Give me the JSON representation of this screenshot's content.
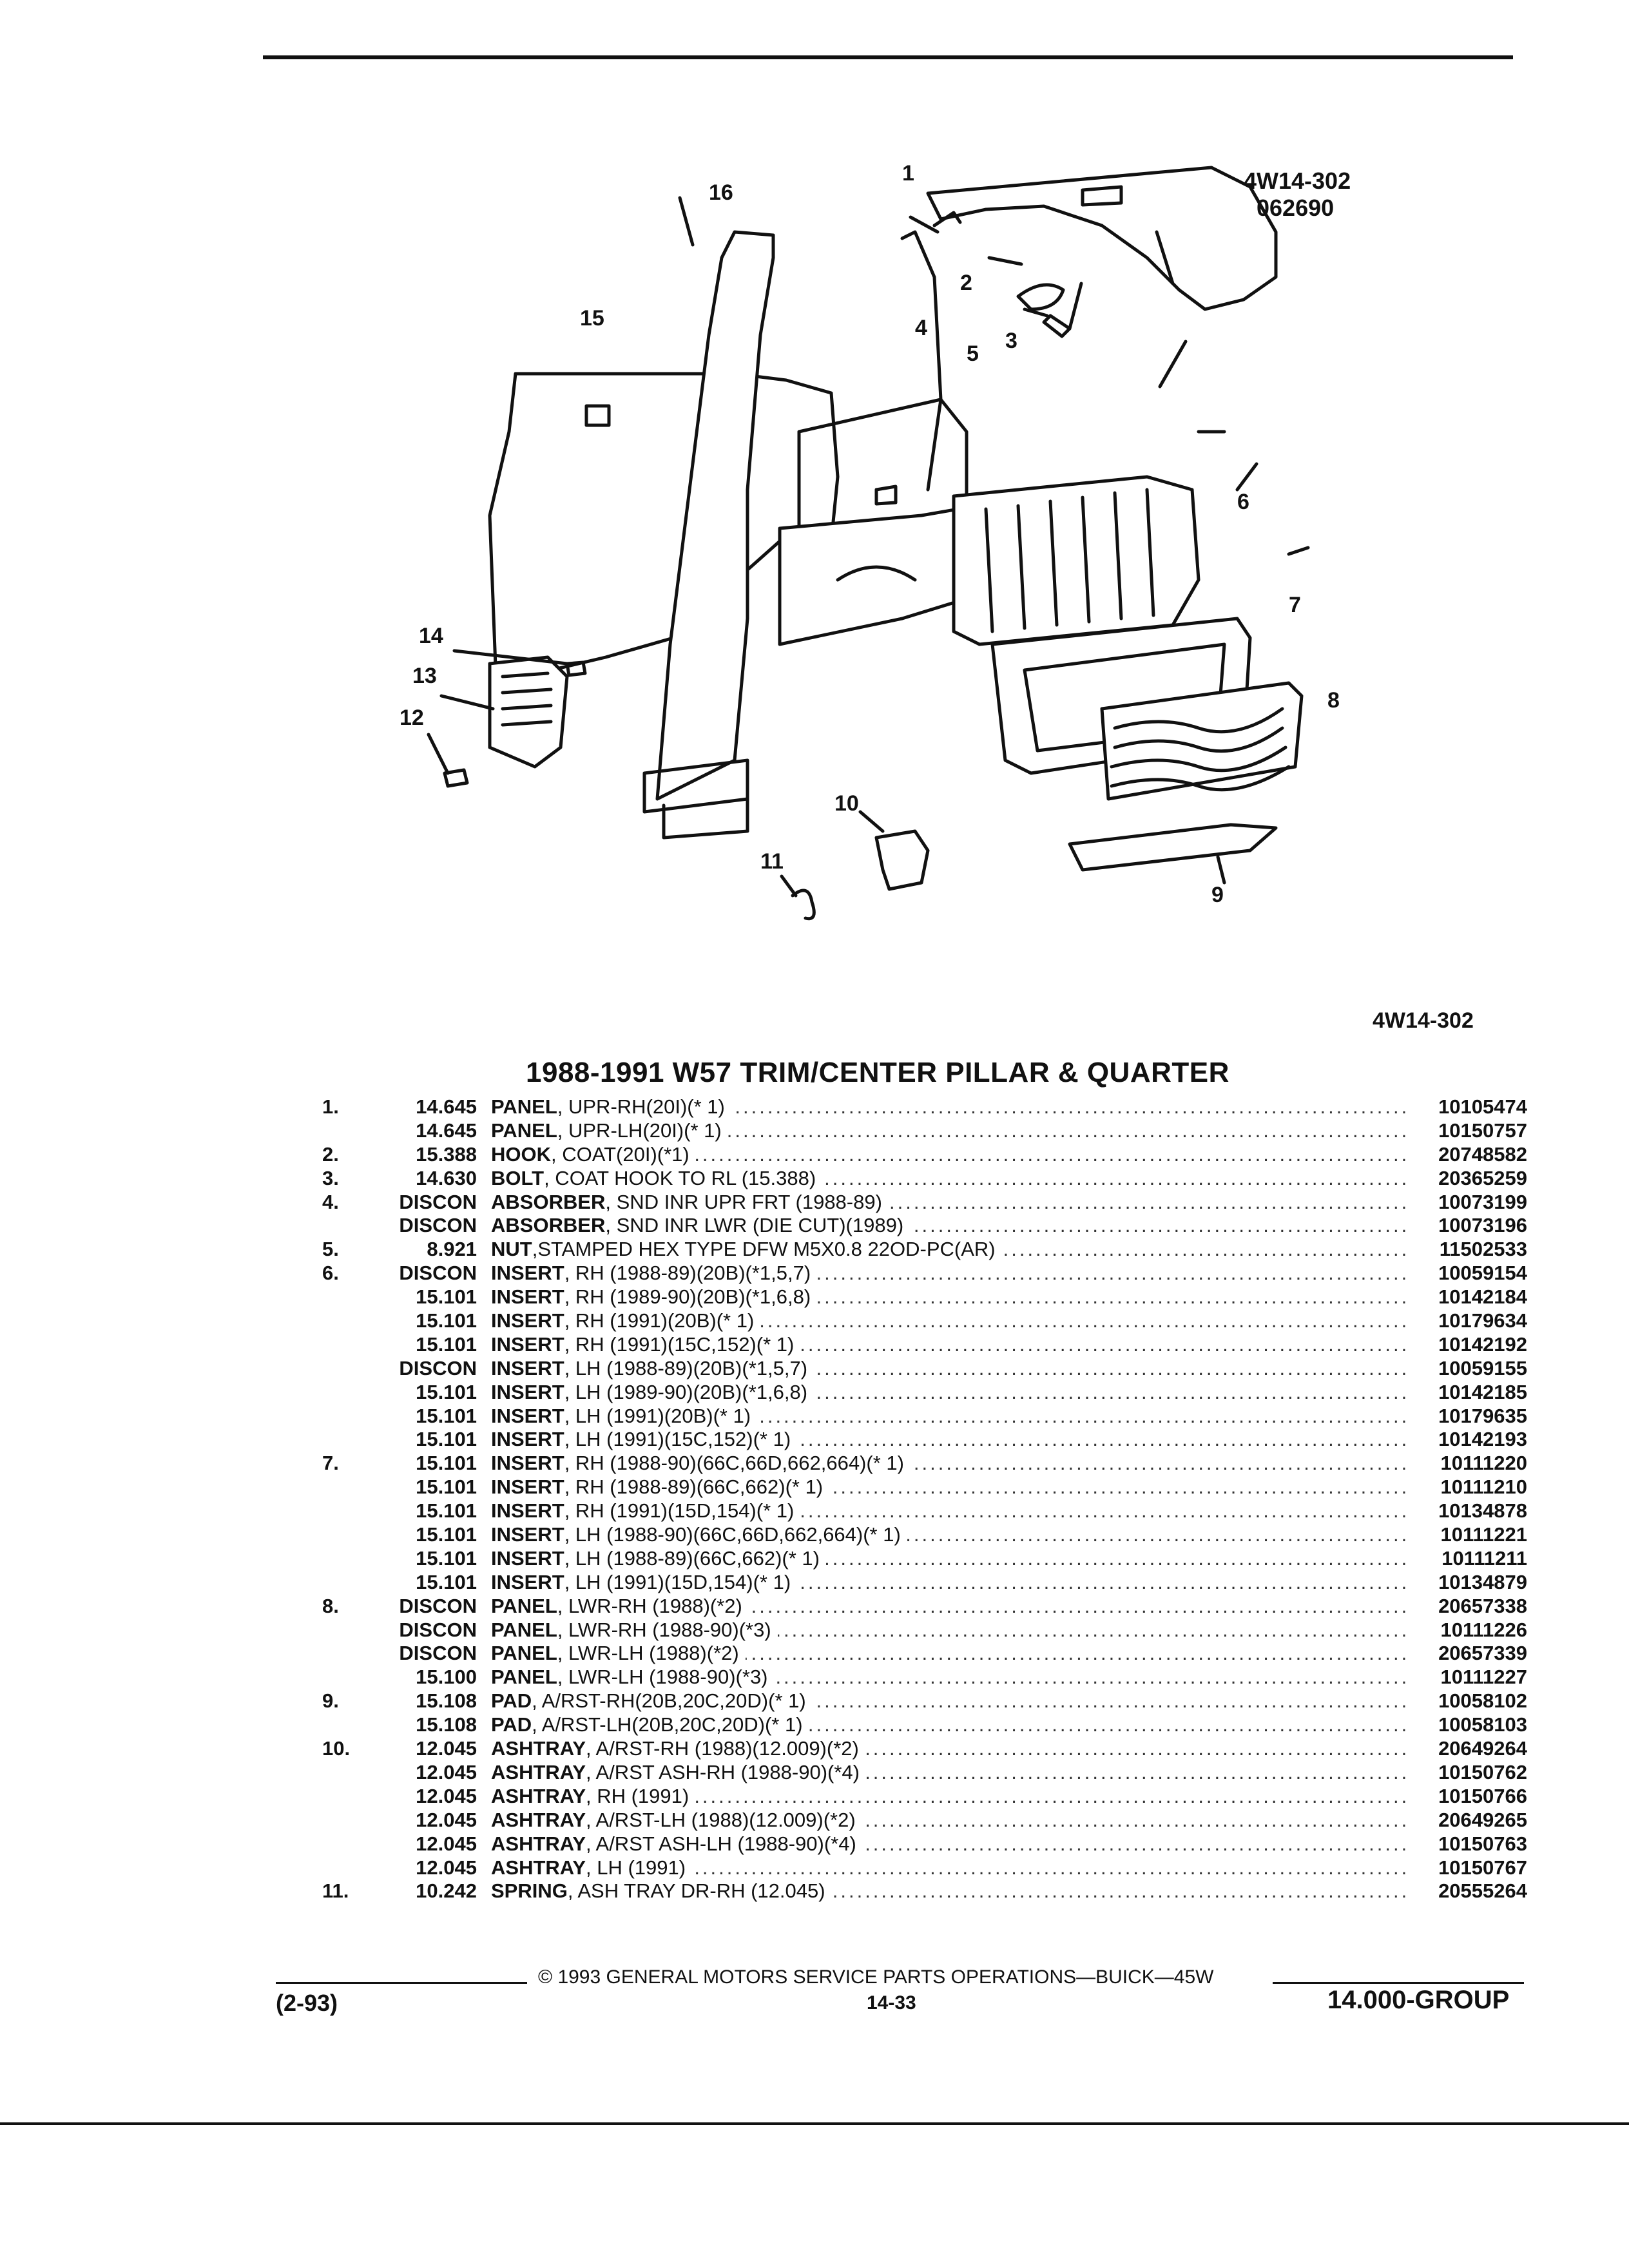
{
  "header": {
    "diagram_code": "4W14-302",
    "diagram_date": "062690",
    "diagram_ref_below": "4W14-302"
  },
  "diagram": {
    "callouts": [
      "1",
      "2",
      "3",
      "4",
      "5",
      "6",
      "7",
      "8",
      "9",
      "10",
      "11",
      "12",
      "13",
      "14",
      "15",
      "16"
    ]
  },
  "title": "1988-1991 W57 TRIM/CENTER PILLAR & QUARTER",
  "parts": [
    {
      "item": "1.",
      "group": "14.645",
      "name": "PANEL",
      "desc": ", UPR-RH(20I)(* 1)",
      "pn": "10105474"
    },
    {
      "item": "",
      "group": "14.645",
      "name": "PANEL",
      "desc": ", UPR-LH(20I)(* 1)",
      "pn": "10150757"
    },
    {
      "item": "2.",
      "group": "15.388",
      "name": "HOOK",
      "desc": ", COAT(20I)(*1)",
      "pn": "20748582"
    },
    {
      "item": "3.",
      "group": "14.630",
      "name": "BOLT",
      "desc": ", COAT HOOK TO RL (15.388)",
      "pn": "20365259"
    },
    {
      "item": "4.",
      "group": "DISCON",
      "name": "ABSORBER",
      "desc": ", SND INR UPR FRT (1988-89)",
      "pn": "10073199"
    },
    {
      "item": "",
      "group": "DISCON",
      "name": "ABSORBER",
      "desc": ", SND INR LWR (DIE CUT)(1989)",
      "pn": "10073196"
    },
    {
      "item": "5.",
      "group": "8.921",
      "name": "NUT",
      "desc": ",STAMPED HEX TYPE DFW M5X0.8 22OD-PC(AR)",
      "pn": "11502533"
    },
    {
      "item": "6.",
      "group": "DISCON",
      "name": "INSERT",
      "desc": ", RH (1988-89)(20B)(*1,5,7)",
      "pn": "10059154"
    },
    {
      "item": "",
      "group": "15.101",
      "name": "INSERT",
      "desc": ", RH (1989-90)(20B)(*1,6,8)",
      "pn": "10142184"
    },
    {
      "item": "",
      "group": "15.101",
      "name": "INSERT",
      "desc": ", RH (1991)(20B)(* 1)",
      "pn": "10179634"
    },
    {
      "item": "",
      "group": "15.101",
      "name": "INSERT",
      "desc": ", RH (1991)(15C,152)(* 1)",
      "pn": "10142192"
    },
    {
      "item": "",
      "group": "DISCON",
      "name": "INSERT",
      "desc": ", LH (1988-89)(20B)(*1,5,7)",
      "pn": "10059155"
    },
    {
      "item": "",
      "group": "15.101",
      "name": "INSERT",
      "desc": ", LH (1989-90)(20B)(*1,6,8)",
      "pn": "10142185"
    },
    {
      "item": "",
      "group": "15.101",
      "name": "INSERT",
      "desc": ", LH (1991)(20B)(* 1)",
      "pn": "10179635"
    },
    {
      "item": "",
      "group": "15.101",
      "name": "INSERT",
      "desc": ", LH (1991)(15C,152)(* 1)",
      "pn": "10142193"
    },
    {
      "item": "7.",
      "group": "15.101",
      "name": "INSERT",
      "desc": ", RH (1988-90)(66C,66D,662,664)(* 1)",
      "pn": "10111220"
    },
    {
      "item": "",
      "group": "15.101",
      "name": "INSERT",
      "desc": ", RH (1988-89)(66C,662)(* 1)",
      "pn": "10111210"
    },
    {
      "item": "",
      "group": "15.101",
      "name": "INSERT",
      "desc": ", RH (1991)(15D,154)(* 1)",
      "pn": "10134878"
    },
    {
      "item": "",
      "group": "15.101",
      "name": "INSERT",
      "desc": ", LH (1988-90)(66C,66D,662,664)(* 1)",
      "pn": "10111221"
    },
    {
      "item": "",
      "group": "15.101",
      "name": "INSERT",
      "desc": ", LH (1988-89)(66C,662)(* 1)",
      "pn": "10111211"
    },
    {
      "item": "",
      "group": "15.101",
      "name": "INSERT",
      "desc": ", LH (1991)(15D,154)(* 1)",
      "pn": "10134879"
    },
    {
      "item": "8.",
      "group": "DISCON",
      "name": "PANEL",
      "desc": ", LWR-RH (1988)(*2)",
      "pn": "20657338"
    },
    {
      "item": "",
      "group": "DISCON",
      "name": "PANEL",
      "desc": ", LWR-RH (1988-90)(*3)",
      "pn": "10111226"
    },
    {
      "item": "",
      "group": "DISCON",
      "name": "PANEL",
      "desc": ", LWR-LH (1988)(*2)",
      "pn": "20657339"
    },
    {
      "item": "",
      "group": "15.100",
      "name": "PANEL",
      "desc": ", LWR-LH (1988-90)(*3)",
      "pn": "10111227"
    },
    {
      "item": "9.",
      "group": "15.108",
      "name": "PAD",
      "desc": ", A/RST-RH(20B,20C,20D)(* 1)",
      "pn": "10058102"
    },
    {
      "item": "",
      "group": "15.108",
      "name": "PAD",
      "desc": ", A/RST-LH(20B,20C,20D)(* 1)",
      "pn": "10058103"
    },
    {
      "item": "10.",
      "group": "12.045",
      "name": "ASHTRAY",
      "desc": ", A/RST-RH (1988)(12.009)(*2)",
      "pn": "20649264"
    },
    {
      "item": "",
      "group": "12.045",
      "name": "ASHTRAY",
      "desc": ", A/RST ASH-RH (1988-90)(*4)",
      "pn": "10150762"
    },
    {
      "item": "",
      "group": "12.045",
      "name": "ASHTRAY",
      "desc": ", RH (1991)",
      "pn": "10150766"
    },
    {
      "item": "",
      "group": "12.045",
      "name": "ASHTRAY",
      "desc": ", A/RST-LH (1988)(12.009)(*2)",
      "pn": "20649265"
    },
    {
      "item": "",
      "group": "12.045",
      "name": "ASHTRAY",
      "desc": ", A/RST ASH-LH (1988-90)(*4)",
      "pn": "10150763"
    },
    {
      "item": "",
      "group": "12.045",
      "name": "ASHTRAY",
      "desc": ", LH (1991)",
      "pn": "10150767"
    },
    {
      "item": "11.",
      "group": "10.242",
      "name": "SPRING",
      "desc": ", ASH TRAY DR-RH (12.045)",
      "pn": "20555264"
    }
  ],
  "footer": {
    "copyright": "© 1993 GENERAL MOTORS SERVICE PARTS OPERATIONS—BUICK—45W",
    "date_code": "(2-93)",
    "page": "14-33",
    "group": "14.000-GROUP"
  }
}
